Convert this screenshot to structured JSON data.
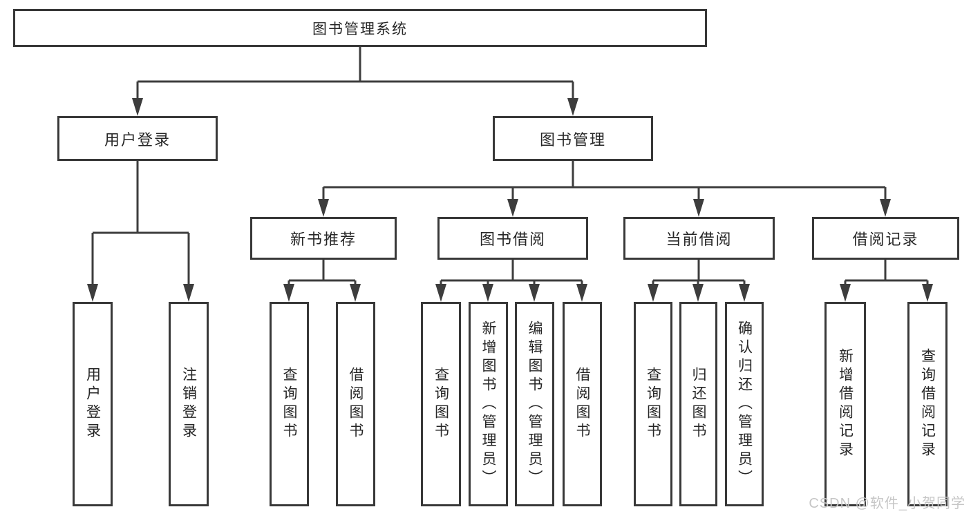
{
  "colors": {
    "line": "#3d3d3d",
    "box_border": "#383838",
    "text": "#262626",
    "watermark": "#c6c6c6",
    "background": "#ffffff"
  },
  "tree": {
    "root": {
      "label": "图书管理系统"
    },
    "level2": [
      {
        "label": "用户登录"
      },
      {
        "label": "图书管理"
      }
    ],
    "level3": [
      {
        "label": "新书推荐"
      },
      {
        "label": "图书借阅"
      },
      {
        "label": "当前借阅"
      },
      {
        "label": "借阅记录"
      }
    ],
    "leaves": {
      "user_login": [
        {
          "label": "用户登录"
        },
        {
          "label": "注销登录"
        }
      ],
      "new_book_recommend": [
        {
          "label": "查询图书"
        },
        {
          "label": "借阅图书"
        }
      ],
      "book_borrow": [
        {
          "label": "查询图书"
        },
        {
          "label": "新增图书（管理员）"
        },
        {
          "label": "编辑图书（管理员）"
        },
        {
          "label": "借阅图书"
        }
      ],
      "current_borrow": [
        {
          "label": "查询图书"
        },
        {
          "label": "归还图书"
        },
        {
          "label": "确认归还（管理员）"
        }
      ],
      "borrow_records": [
        {
          "label": "新增借阅记录"
        },
        {
          "label": "查询借阅记录"
        }
      ]
    }
  },
  "watermark": {
    "text": "CSDN @软件_小贺同学"
  }
}
